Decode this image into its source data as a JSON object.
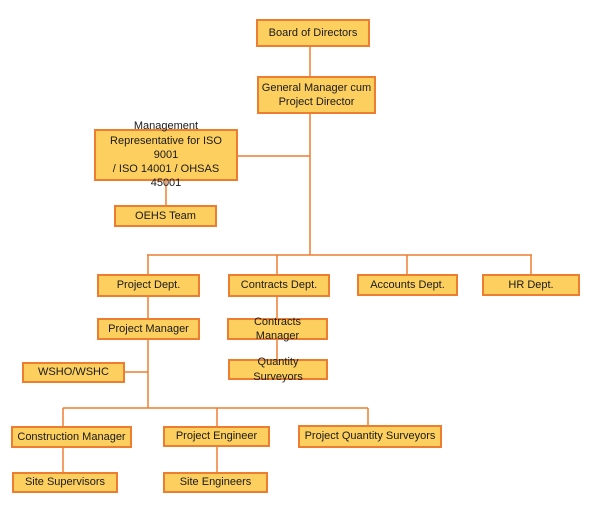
{
  "diagram": {
    "type": "org-chart",
    "colors": {
      "background": "#FFFFFF",
      "node_fill": "#FCCF5F",
      "node_border": "#ED7D31",
      "connector": "#ED7D31",
      "text": "#1A1A1A"
    },
    "nodes": [
      {
        "id": "board-of-directors",
        "label": "Board of Directors"
      },
      {
        "id": "general-manager",
        "label": "General Manager cum\nProject Director"
      },
      {
        "id": "management-representative",
        "label": "Management\nRepresentative for ISO 9001\n/ ISO 14001 / OHSAS 45001"
      },
      {
        "id": "oehs-team",
        "label": "OEHS Team"
      },
      {
        "id": "project-dept",
        "label": "Project Dept."
      },
      {
        "id": "contracts-dept",
        "label": "Contracts Dept."
      },
      {
        "id": "accounts-dept",
        "label": "Accounts Dept."
      },
      {
        "id": "hr-dept",
        "label": "HR Dept."
      },
      {
        "id": "project-manager",
        "label": "Project Manager"
      },
      {
        "id": "contracts-manager",
        "label": "Contracts Manager"
      },
      {
        "id": "quantity-surveyors",
        "label": "Quantity Surveyors"
      },
      {
        "id": "wsho-wshc",
        "label": "WSHO/WSHC"
      },
      {
        "id": "construction-manager",
        "label": "Construction Manager"
      },
      {
        "id": "project-engineer",
        "label": "Project Engineer"
      },
      {
        "id": "project-quantity-surveyors",
        "label": "Project Quantity Surveyors"
      },
      {
        "id": "site-supervisors",
        "label": "Site Supervisors"
      },
      {
        "id": "site-engineers",
        "label": "Site Engineers"
      }
    ],
    "edges": [
      {
        "from": "board-of-directors",
        "to": "general-manager"
      },
      {
        "from": "general-manager",
        "to": "management-representative"
      },
      {
        "from": "management-representative",
        "to": "oehs-team"
      },
      {
        "from": "general-manager",
        "to": "project-dept"
      },
      {
        "from": "general-manager",
        "to": "contracts-dept"
      },
      {
        "from": "general-manager",
        "to": "accounts-dept"
      },
      {
        "from": "general-manager",
        "to": "hr-dept"
      },
      {
        "from": "project-dept",
        "to": "project-manager"
      },
      {
        "from": "project-manager",
        "to": "wsho-wshc"
      },
      {
        "from": "project-manager",
        "to": "construction-manager"
      },
      {
        "from": "project-manager",
        "to": "project-engineer"
      },
      {
        "from": "project-manager",
        "to": "project-quantity-surveyors"
      },
      {
        "from": "construction-manager",
        "to": "site-supervisors"
      },
      {
        "from": "project-engineer",
        "to": "site-engineers"
      },
      {
        "from": "contracts-dept",
        "to": "contracts-manager"
      },
      {
        "from": "contracts-manager",
        "to": "quantity-surveyors"
      }
    ]
  }
}
